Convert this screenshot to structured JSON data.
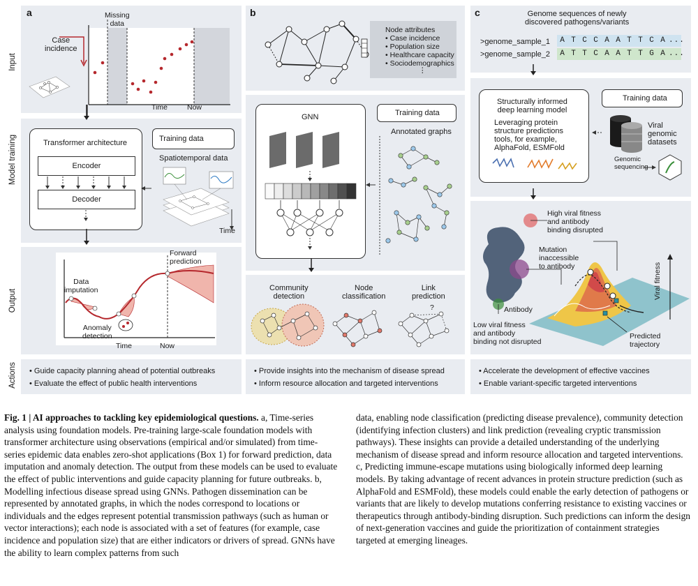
{
  "rows": {
    "input": "Input",
    "model_training": "Model training",
    "output": "Output",
    "actions": "Actions"
  },
  "panel_a": {
    "label": "a",
    "missing_data": "Missing\ndata",
    "case_incidence": "Case\nincidence",
    "time": "Time",
    "now": "Now",
    "transformer": "Transformer architecture",
    "encoder": "Encoder",
    "decoder": "Decoder",
    "training_data": "Training data",
    "spatiotemporal": "Spatiotemporal data",
    "time2": "Time",
    "forward_prediction": "Forward\nprediction",
    "data_imputation": "Data\nimputation",
    "anomaly_detection": "Anomaly\ndetection",
    "time3": "Time",
    "now2": "Now",
    "actions": [
      "• Guide capacity planning ahead of potential outbreaks",
      "• Evaluate the effect of public health interventions"
    ]
  },
  "panel_b": {
    "label": "b",
    "node_attributes_title": "Node attributes",
    "node_attributes": [
      "• Case incidence",
      "• Population size",
      "• Healthcare capacity",
      "• Sociodemographics",
      "⋮"
    ],
    "gnn": "GNN",
    "training_data": "Training data",
    "annotated_graphs": "Annotated graphs",
    "community_detection": "Community\ndetection",
    "node_classification": "Node\nclassification",
    "link_prediction": "Link\nprediction",
    "link_q": "?",
    "actions": [
      "• Provide insights into the mechanism of disease spread",
      "• Inform resource allocation and targeted interventions"
    ]
  },
  "panel_c": {
    "label": "c",
    "genome_title": "Genome sequences of newly\ndiscovered pathogens/variants",
    "sample1_label": ">genome_sample_1",
    "sample1_seq": [
      "A",
      "T",
      "C",
      "C",
      "A",
      "A",
      "T",
      "T",
      "C",
      "A",
      "..."
    ],
    "sample2_label": ">genome_sample_2",
    "sample2_seq": [
      "A",
      "T",
      "T",
      "C",
      "A",
      "A",
      "T",
      "T",
      "G",
      "A",
      "..."
    ],
    "model_title": "Structurally informed\ndeep learning model",
    "model_text": "Leveraging protein\nstructure predictions\ntools, for example,\nAlphaFold, ESMFold",
    "training_data": "Training data",
    "viral_datasets": "Viral\ngenomic\ndatasets",
    "genomic_sequencing": "Genomic\nsequencing",
    "high_fitness": "High viral fitness\nand antibody\nbinding disrupted",
    "mutation_inaccessible": "Mutation\ninaccessible\nto antibody",
    "antibody": "Antibody",
    "low_fitness": "Low viral fitness\nand antibody\nbinding not disrupted",
    "predicted_trajectory": "Predicted\ntrajectory",
    "viral_fitness": "Viral fitness",
    "actions": [
      "• Accelerate the development of effective vaccines",
      "• Enable variant-specific targeted interventions"
    ]
  },
  "caption": {
    "fig_label": "Fig. 1 | AI approaches to tackling key epidemiological questions.",
    "left": " a, Time-series analysis using foundation models. Pre-training large-scale foundation models with transformer architecture using observations (empirical and/or simulated) from time-series epidemic data enables zero-shot applications (Box 1) for forward prediction, data imputation and anomaly detection. The output from these models can be used to evaluate the effect of public interventions and guide capacity planning for future outbreaks. b, Modelling infectious disease spread using GNNs. Pathogen dissemination can be represented by annotated graphs, in which the nodes correspond to locations or individuals and the edges represent potential transmission pathways (such as human or vector interactions); each node is associated with a set of features (for example, case incidence and population size) that are either indicators or drivers of spread. GNNs have the ability to learn complex patterns from such",
    "right": "data, enabling node classification (predicting disease prevalence), community detection (identifying infection clusters) and link prediction (revealing cryptic transmission pathways). These insights can provide a detailed understanding of the underlying mechanism of disease spread and inform resource allocation and targeted interventions. c, Predicting immune-escape mutations using biologically informed deep learning models. By taking advantage of recent advances in protein structure prediction (such as AlphaFold and ESMFold), these models could enable the early detection of pathogens or variants that are likely to develop mutations conferring resistance to existing vaccines or therapeutics through antibody-binding disruption. Such predictions can inform the design of next-generation vaccines and guide the prioritization of containment strategies targeted at emerging lineages."
  },
  "colors": {
    "panel_bg": "#e9ecf1",
    "red": "#b5282d",
    "pink": "#f0b5ac",
    "blue_seq": "#cfe3f0",
    "green_seq": "#cfe6cc"
  }
}
